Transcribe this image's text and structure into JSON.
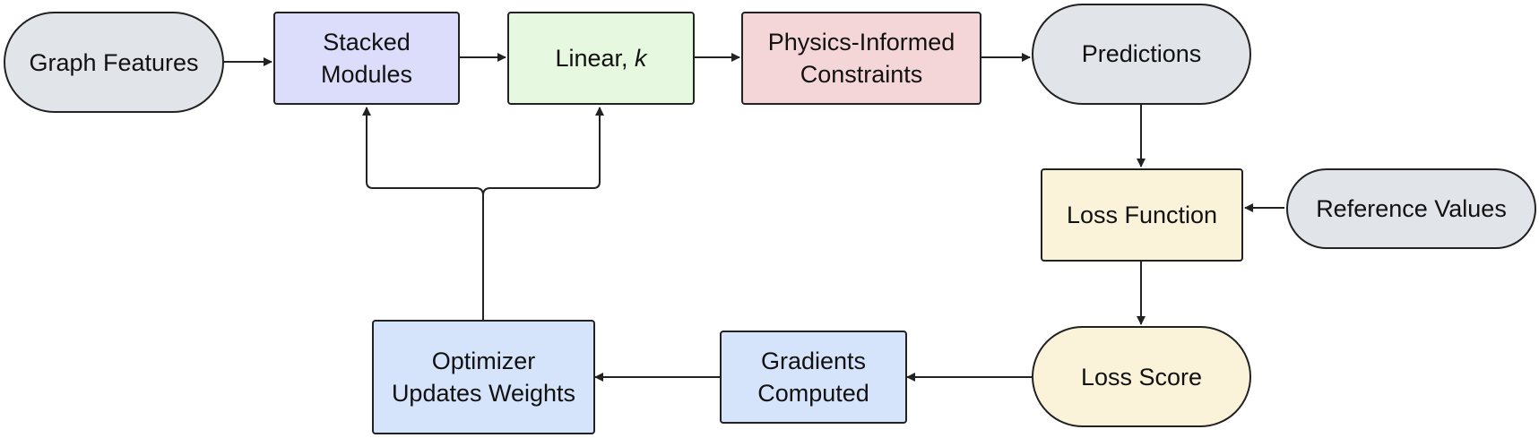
{
  "colors": {
    "terminal_gray": "#e1e4e9",
    "module_purple": "#dcdcfb",
    "linear_green": "#e6f8df",
    "constraint_pink": "#f5d6d8",
    "loss_yellow": "#fbf3d9",
    "gradient_blue": "#d6e4fb",
    "stroke": "#222222"
  },
  "nodes": {
    "graph_features": {
      "label": "Graph Features"
    },
    "stacked_modules": {
      "line1": "Stacked",
      "line2": "Modules"
    },
    "linear": {
      "label": "Linear, ",
      "symbol": "k"
    },
    "physics_constraints": {
      "line1": "Physics-Informed",
      "line2": "Constraints"
    },
    "predictions": {
      "label": "Predictions"
    },
    "loss_function": {
      "label": "Loss Function"
    },
    "reference_values": {
      "label": "Reference Values"
    },
    "loss_score": {
      "label": "Loss Score"
    },
    "gradients_computed": {
      "line1": "Gradients",
      "line2": "Computed"
    },
    "optimizer": {
      "line1": "Optimizer",
      "line2": "Updates Weights"
    }
  }
}
